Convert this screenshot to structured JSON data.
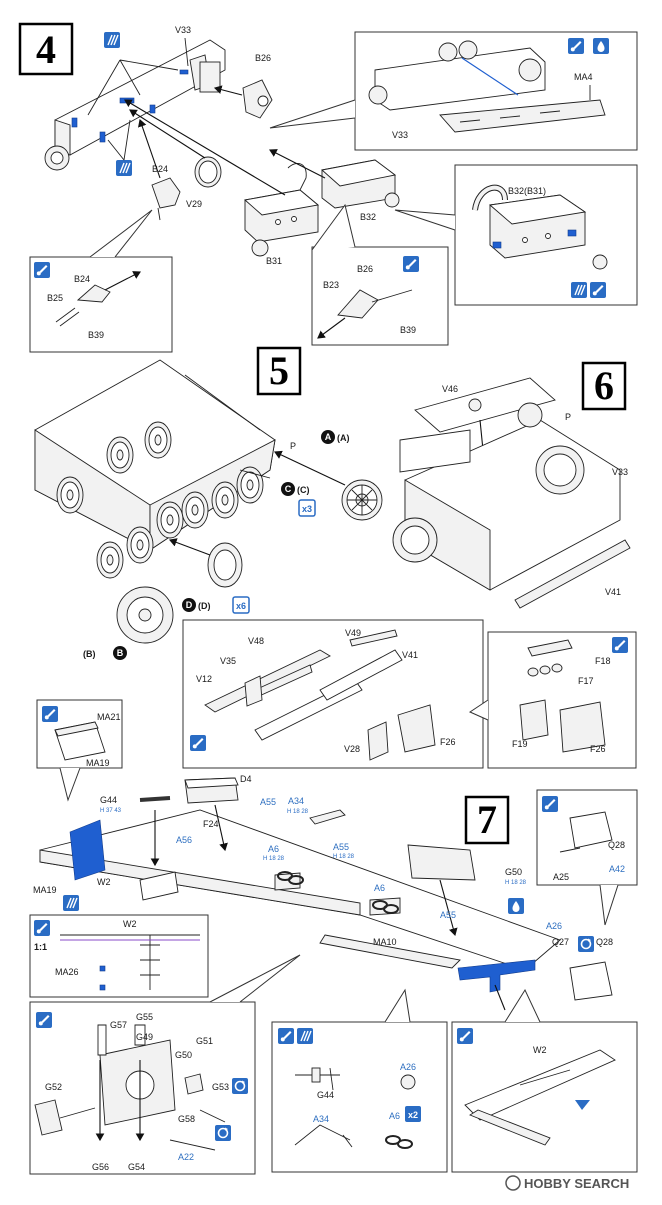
{
  "steps": {
    "s4": "4",
    "s5": "5",
    "s6": "6",
    "s7": "7"
  },
  "step4": {
    "main": [
      "V33",
      "B26",
      "B24",
      "V29",
      "B31",
      "B32"
    ],
    "detail_v33": [
      "MA4",
      "V33"
    ],
    "detail_b32": [
      "B32(B31)"
    ],
    "detail_b24": [
      "B24",
      "B25",
      "B39"
    ],
    "detail_b26": [
      "B23",
      "B26",
      "B39"
    ]
  },
  "step5": {
    "labels": [
      "P"
    ],
    "circle_a": "A",
    "circle_a_alt": "(A)",
    "circle_c": "C",
    "circle_c_alt": "(C)",
    "qty_c": "x3",
    "circle_d": "D",
    "circle_d_alt": "(D)",
    "qty_d": "x6",
    "circle_b_alt": "(B)",
    "circle_b": "B"
  },
  "step6": {
    "main": [
      "V46",
      "P",
      "V33",
      "V41"
    ],
    "detail_track": [
      "V48",
      "V49",
      "V35",
      "V41",
      "V12",
      "V28",
      "F26"
    ],
    "detail_bin": [
      "F18",
      "F17",
      "F19",
      "F26"
    ]
  },
  "step7": {
    "detail_ma": [
      "MA21",
      "MA19"
    ],
    "main_black": [
      "G44",
      "D4",
      "F24",
      "MA19",
      "W2",
      "G50",
      "MA10",
      "Q27",
      "Q28"
    ],
    "main_blue": [
      "A55",
      "A34",
      "A56",
      "A6",
      "A55",
      "A6",
      "A55",
      "A26"
    ],
    "code_g44": "H 37 43",
    "code_a34": "H 18 28",
    "code_a6": "H 18 28",
    "code_a55": "H 18 28",
    "code_g50": "H 18 28",
    "detail_w2": {
      "scale": "1:1",
      "labels": [
        "W2",
        "MA26"
      ]
    },
    "detail_q28": {
      "labels": [
        "Q28",
        "A25"
      ],
      "blue": [
        "A42"
      ]
    },
    "detail_g": {
      "black": [
        "G57",
        "G55",
        "G49",
        "G51",
        "G50",
        "G53",
        "G52",
        "G58",
        "G56",
        "G54"
      ],
      "blue": [
        "A22"
      ]
    },
    "detail_small": {
      "black": [
        "G44"
      ],
      "blue": [
        "A26",
        "A34",
        "A6"
      ],
      "qty": "x2"
    },
    "detail_w2b": [
      "W2"
    ]
  },
  "watermark": "HOBBY SEARCH",
  "colors": {
    "accent": "#2a6cc4",
    "parts_blue": "#1f5fd0",
    "line": "#222222"
  }
}
